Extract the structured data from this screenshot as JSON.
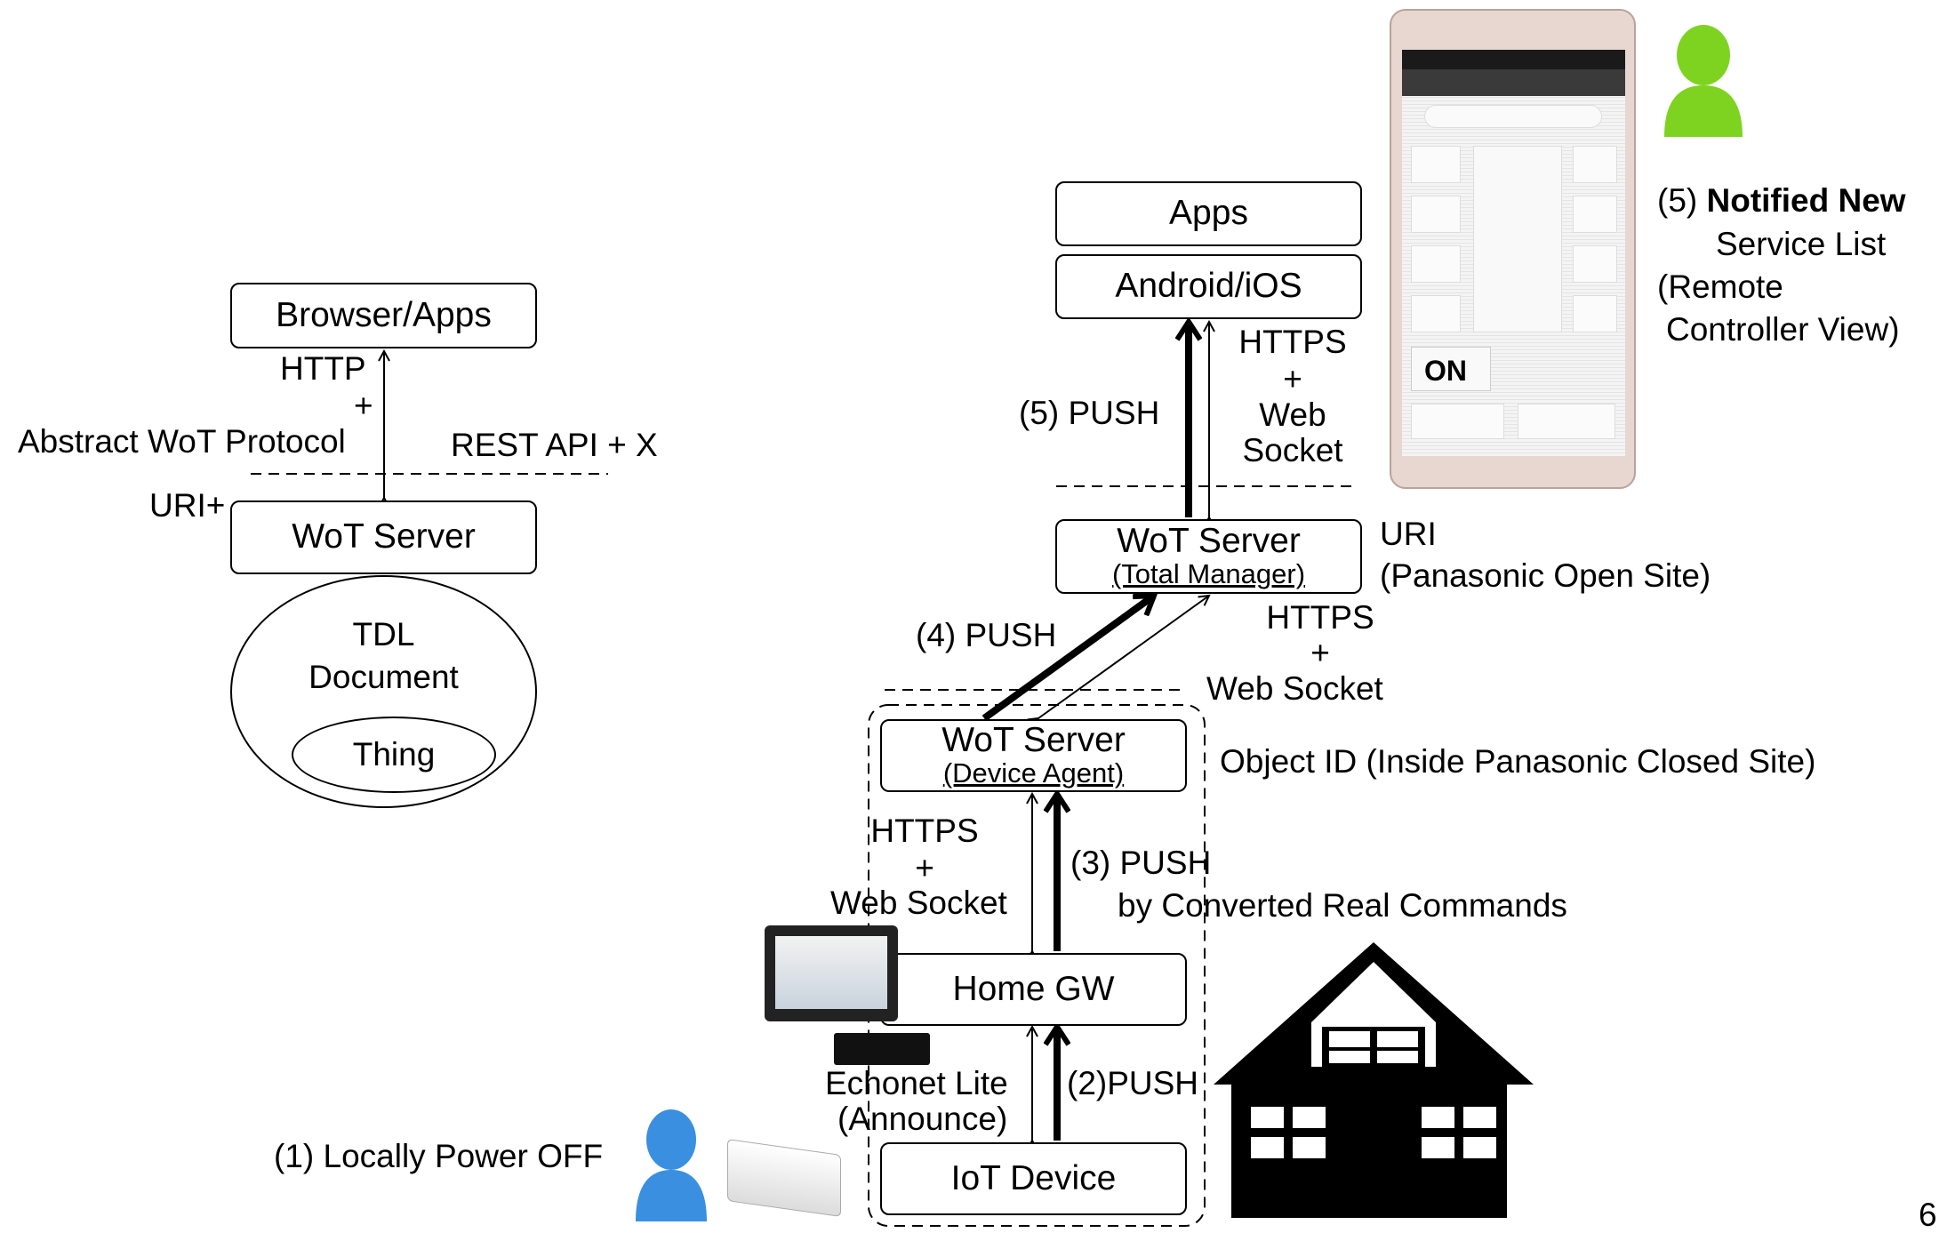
{
  "left": {
    "browser_apps": "Browser/Apps",
    "http": "HTTP",
    "plus": "+",
    "abstract_protocol": "Abstract WoT Protocol",
    "rest_api": "REST API + X",
    "uri_plus": "URI+",
    "wot_server": "WoT Server",
    "tdl": "TDL",
    "document": "Document",
    "thing": "Thing"
  },
  "right": {
    "apps": "Apps",
    "android_ios": "Android/iOS",
    "push5": "(5) PUSH",
    "https_ws_top": [
      "HTTPS",
      "+",
      "Web",
      "Socket"
    ],
    "wot_total": "WoT Server",
    "wot_total_sub": "(Total Manager)",
    "uri": "URI",
    "open_site": "(Panasonic Open Site)",
    "push4": "(4) PUSH",
    "https_ws_mid": [
      "HTTPS",
      "+",
      "Web Socket"
    ],
    "wot_agent": "WoT Server",
    "wot_agent_sub": "(Device Agent)",
    "object_id": "Object ID (Inside Panasonic Closed Site)",
    "https_ws_low": [
      "HTTPS",
      "+",
      "Web Socket"
    ],
    "push3": "(3) PUSH",
    "push3_sub": "by Converted Real Commands",
    "home_gw": "Home GW",
    "echonet": "Echonet Lite",
    "announce": "(Announce)",
    "push2": "(2)PUSH",
    "iot_device": "IoT Device",
    "local_power_off": "(1) Locally Power OFF",
    "notified_prefix": "(5) ",
    "notified_bold": "Notified New",
    "service_list": "Service List",
    "remote": "(Remote",
    "controller_view": "Controller View)",
    "phone_on": "ON",
    "page_number": "6"
  },
  "colors": {
    "user_green": "#7ED321",
    "user_blue": "#3A8FE0",
    "house": "#000000"
  },
  "icons": [
    "user-green-icon",
    "user-blue-icon",
    "house-icon",
    "phone-screenshot",
    "tablet-icon",
    "router-icon",
    "air-conditioner-icon"
  ]
}
